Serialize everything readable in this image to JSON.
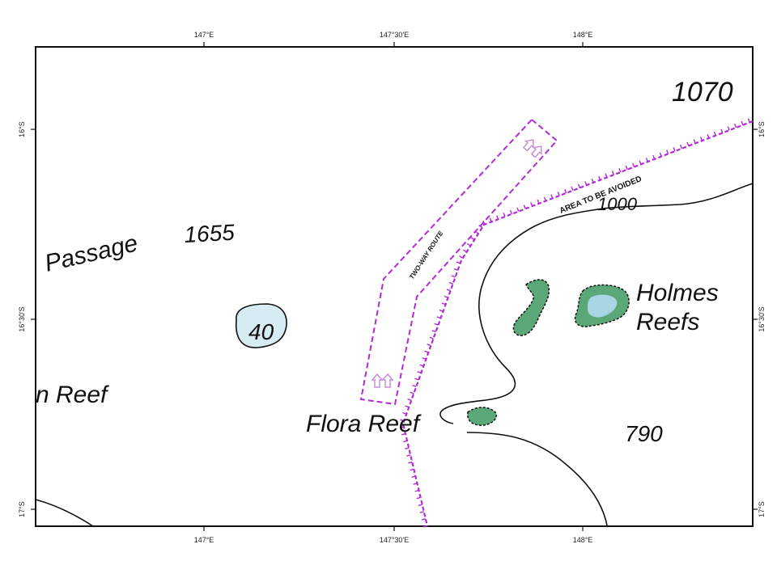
{
  "map": {
    "ticks": {
      "top": [
        "147°E",
        "147°30'E",
        "148°E"
      ],
      "bottom": [
        "147°E",
        "147°30'E",
        "148°E"
      ],
      "left": [
        "16°S",
        "16°30'S",
        "17°S"
      ],
      "right": [
        "16°S",
        "16°30'S",
        "17°S"
      ]
    },
    "depths": {
      "d1070": "1070",
      "d1655": "1655",
      "d1000": "1000",
      "d40": "40",
      "d790": "790"
    },
    "places": {
      "passage": "Passage",
      "reef_left": "n Reef",
      "holmes_line1": "Holmes",
      "holmes_line2": "Reefs",
      "flora": "Flora Reef"
    },
    "routes": {
      "two_way": "TWO-WAY ROUTE",
      "avoid": "AREA TO BE AVOIDED"
    },
    "colors": {
      "route": "#b12bd6",
      "reef_fill": "#5aa777",
      "shallow_fill": "#d6ebf2",
      "contour": "#111111"
    }
  }
}
